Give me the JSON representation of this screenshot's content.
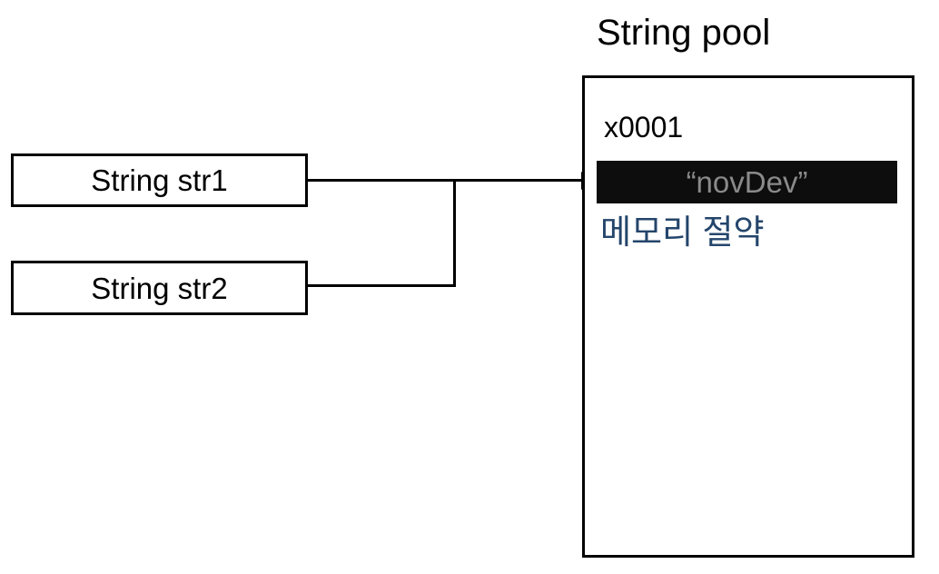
{
  "diagram": {
    "title": "String pool",
    "variables": [
      {
        "label": "String str1",
        "name": "str1"
      },
      {
        "label": "String str2",
        "name": "str2"
      }
    ],
    "pool": {
      "title": "String pool",
      "address": "x0001",
      "value": "“novDev”",
      "note": "메모리 절약"
    },
    "colors": {
      "stroke": "#000000",
      "cell_background": "#0d0d0d",
      "cell_text": "#8a8a8a",
      "note_text": "#24456b",
      "page_background": "#ffffff"
    },
    "connectors": [
      {
        "from": "str1",
        "to": "pool-value-cell",
        "arrow": true
      },
      {
        "from": "str2",
        "to": "pool-value-cell",
        "arrow": true
      }
    ]
  }
}
